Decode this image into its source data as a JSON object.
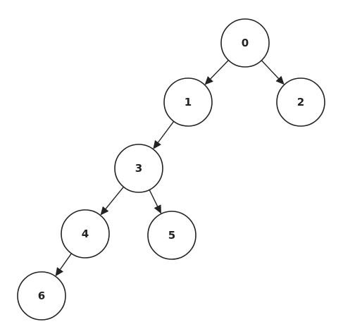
{
  "tree": {
    "nodes": [
      {
        "id": "0",
        "label": "0"
      },
      {
        "id": "1",
        "label": "1"
      },
      {
        "id": "2",
        "label": "2"
      },
      {
        "id": "3",
        "label": "3"
      },
      {
        "id": "4",
        "label": "4"
      },
      {
        "id": "5",
        "label": "5"
      },
      {
        "id": "6",
        "label": "6"
      }
    ],
    "edges": [
      {
        "from": "0",
        "to": "1"
      },
      {
        "from": "0",
        "to": "2"
      },
      {
        "from": "1",
        "to": "3"
      },
      {
        "from": "3",
        "to": "4"
      },
      {
        "from": "3",
        "to": "5"
      },
      {
        "from": "4",
        "to": "6"
      }
    ]
  }
}
